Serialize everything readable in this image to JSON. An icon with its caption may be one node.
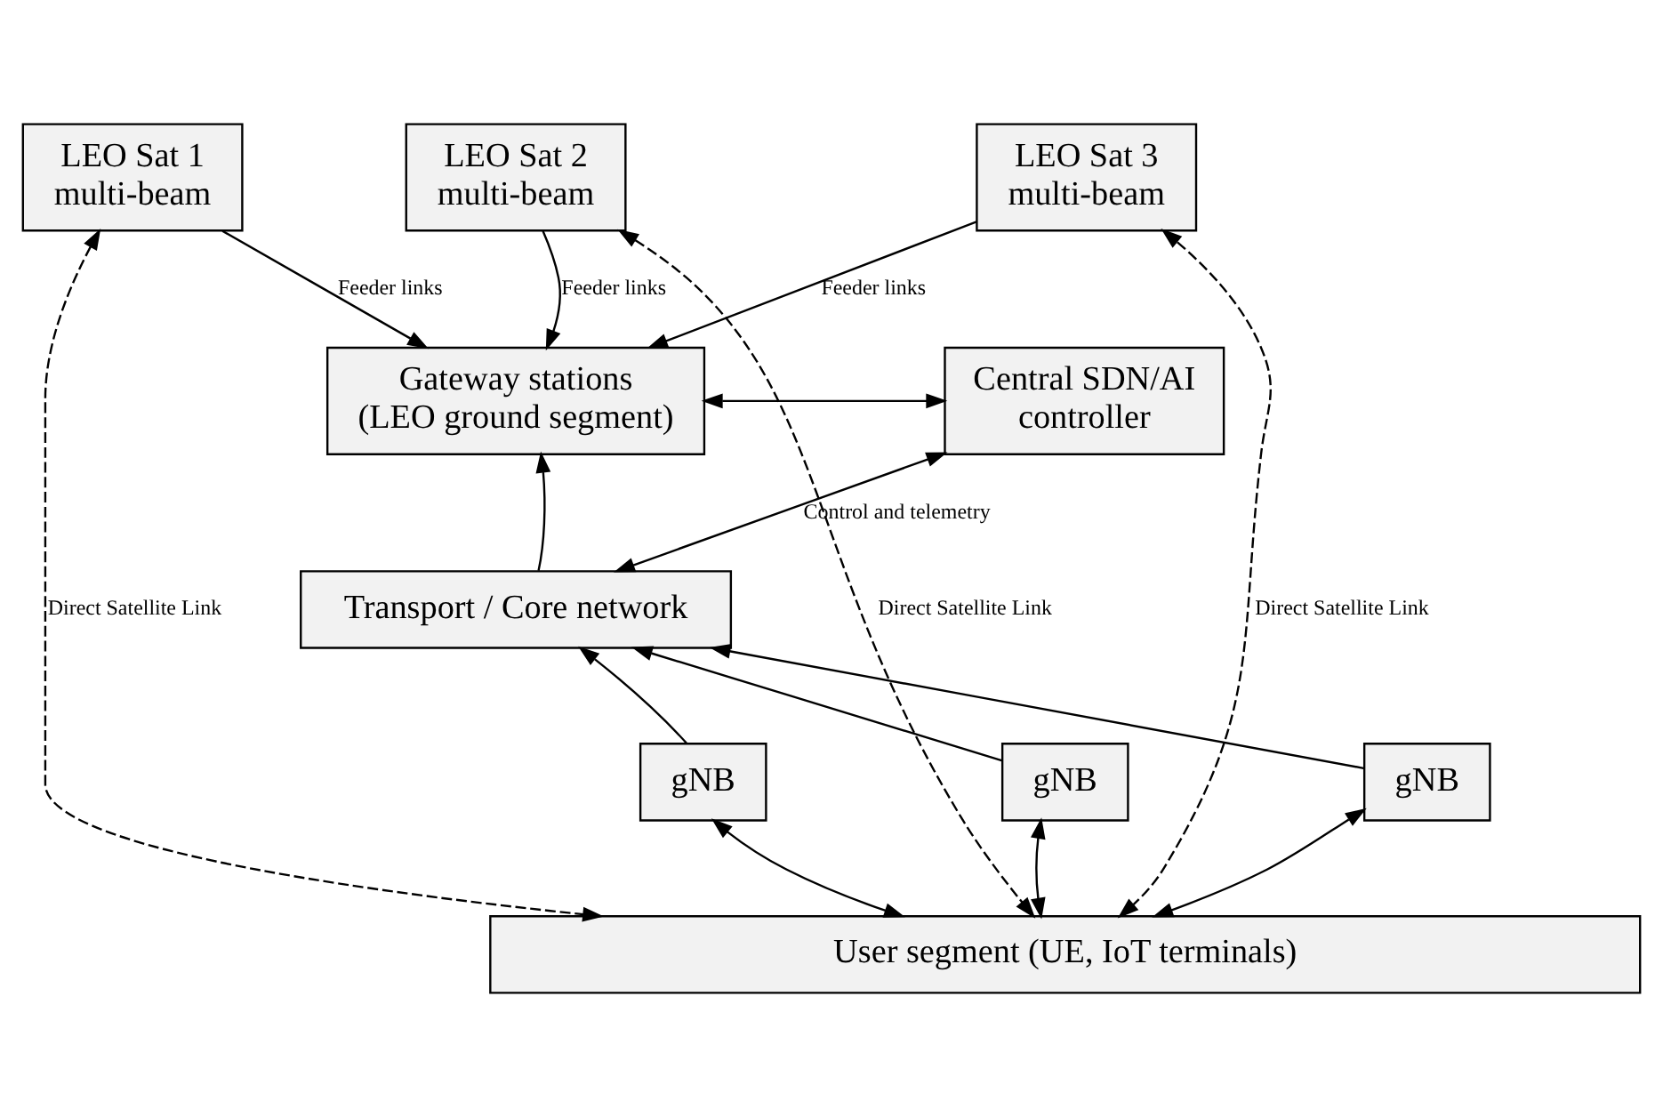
{
  "diagram": {
    "nodes": [
      {
        "text": [
          "LEO Sat 1",
          "multi-beam"
        ]
      },
      {
        "text": [
          "LEO Sat 2",
          "multi-beam"
        ]
      },
      {
        "text": [
          "LEO Sat 3",
          "multi-beam"
        ]
      },
      {
        "text": [
          "Gateway stations",
          "(LEO ground segment)"
        ]
      },
      {
        "text": [
          "Central SDN/AI",
          "controller"
        ]
      },
      {
        "text": [
          "Transport / Core network"
        ]
      },
      {
        "text": [
          "gNB"
        ]
      },
      {
        "text": [
          "gNB"
        ]
      },
      {
        "text": [
          "gNB"
        ]
      },
      {
        "text": [
          "User segment (UE, IoT terminals)"
        ]
      }
    ],
    "edges": [
      {
        "from": 0,
        "to": 3,
        "arrow": "to",
        "label": "Feeder links"
      },
      {
        "from": 1,
        "to": 3,
        "arrow": "to",
        "label": "Feeder links"
      },
      {
        "from": 2,
        "to": 3,
        "arrow": "to",
        "label": "Feeder links"
      },
      {
        "from": 3,
        "to": 4,
        "arrow": "both"
      },
      {
        "from": 5,
        "to": 3,
        "arrow": "to"
      },
      {
        "from": 5,
        "to": 4,
        "arrow": "both",
        "label": "Control and telemetry"
      },
      {
        "from": 6,
        "to": 5,
        "arrow": "to"
      },
      {
        "from": 7,
        "to": 5,
        "arrow": "to"
      },
      {
        "from": 8,
        "to": 5,
        "arrow": "to"
      },
      {
        "from": 6,
        "to": 9,
        "arrow": "both"
      },
      {
        "from": 7,
        "to": 9,
        "arrow": "both"
      },
      {
        "from": 8,
        "to": 9,
        "arrow": "both"
      },
      {
        "from": 0,
        "to": 9,
        "arrow": "both",
        "style": "dashed",
        "label": "Direct Satellite Link"
      },
      {
        "from": 1,
        "to": 9,
        "arrow": "both",
        "style": "dashed",
        "label": "Direct Satellite Link"
      },
      {
        "from": 2,
        "to": 9,
        "arrow": "both",
        "style": "dashed",
        "label": "Direct Satellite Link"
      }
    ]
  }
}
